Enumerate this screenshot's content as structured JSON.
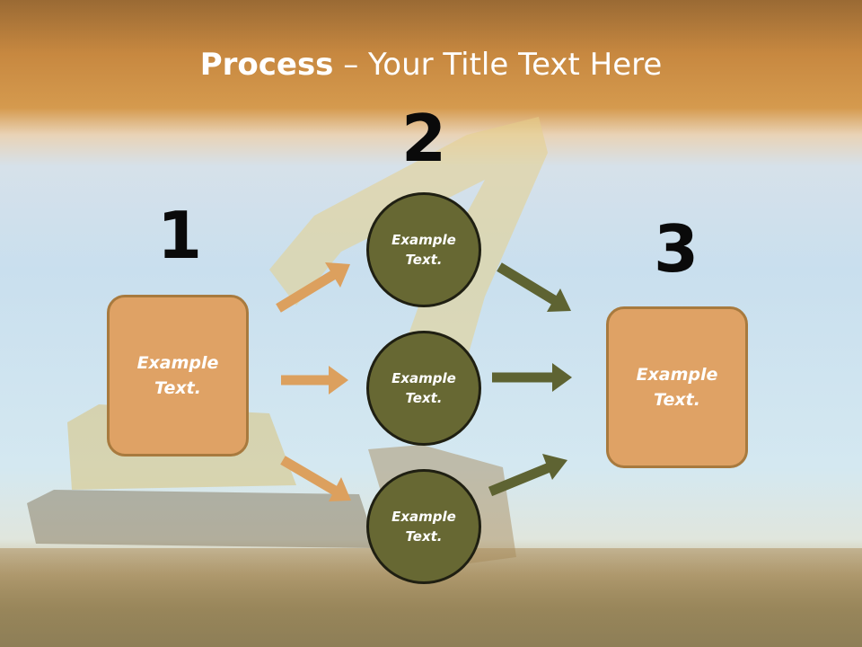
{
  "title": {
    "bold": "Process",
    "rest": " – Your Title Text Here"
  },
  "steps": [
    {
      "number": "1",
      "text": "Example\nText."
    },
    {
      "number": "2",
      "text": "Example\nText."
    },
    {
      "number": "3",
      "text": "Example\nText."
    }
  ],
  "circles": [
    {
      "text": "Example\nText."
    },
    {
      "text": "Example\nText."
    },
    {
      "text": "Example\nText."
    }
  ],
  "colors": {
    "box_fill": "#dfa265",
    "circle_fill": "#676833",
    "arrow_left": "#dca05e",
    "arrow_right": "#5e6332"
  }
}
